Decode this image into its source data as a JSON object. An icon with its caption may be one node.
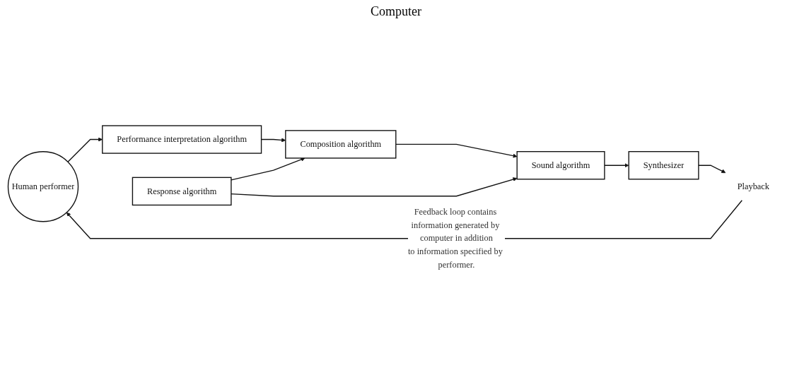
{
  "diagram": {
    "nodes": [
      {
        "text": [
          "Human performer"
        ]
      },
      {
        "text": [
          "Performance interpretation algorithm"
        ]
      },
      {
        "text": [
          "Composition algorithm"
        ]
      },
      {
        "text": [
          "Sound algorithm"
        ]
      },
      {
        "text": [
          "Synthesizer"
        ]
      },
      {
        "text": [
          "Playback"
        ]
      },
      {
        "text": [
          "Response algorithm"
        ]
      }
    ],
    "edges": [
      {
        "from": 0,
        "to": 1,
        "arrow": "to"
      },
      {
        "from": 1,
        "to": 2,
        "arrow": "to"
      },
      {
        "from": 2,
        "to": 3,
        "arrow": "to"
      },
      {
        "from": 3,
        "to": 4,
        "arrow": "to"
      },
      {
        "from": 4,
        "to": 5,
        "arrow": "to"
      },
      {
        "from": 6,
        "to": 2,
        "arrow": "to"
      },
      {
        "from": 6,
        "to": 3,
        "arrow": "to"
      },
      {
        "from": 5,
        "to": 0,
        "arrow": "to",
        "label": "Feedback loop contains information generated by computer in addition to information specified by performer."
      }
    ],
    "labels": [
      "Computer"
    ]
  }
}
